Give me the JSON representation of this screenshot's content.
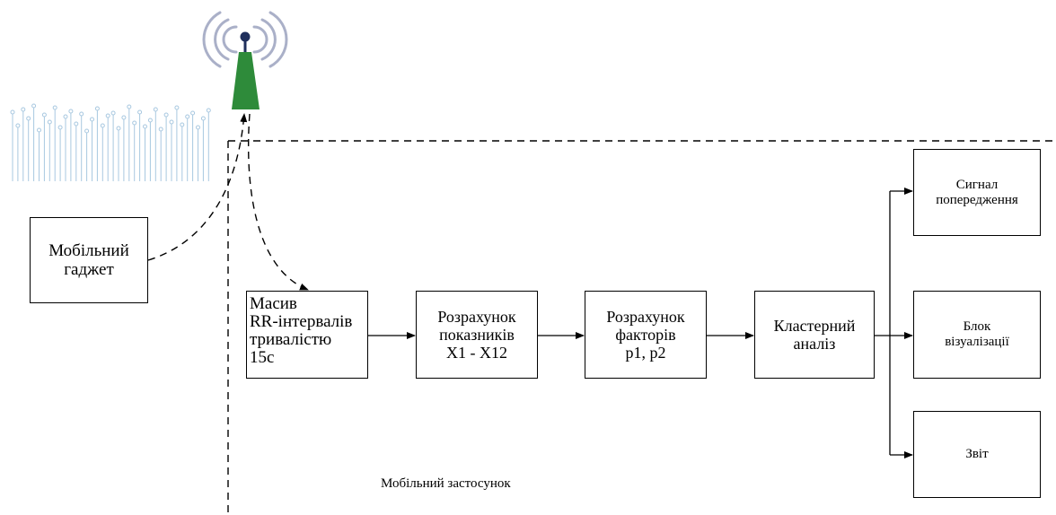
{
  "nodes": {
    "gadget": "Мобільний\nгаджет",
    "rr_array": "Масив\nRR-інтервалів\nтривалістю\n15с",
    "indicators": "Розрахунок\nпоказників\nX1 - X12",
    "factors": "Розрахунок\nфакторів\np1, p2",
    "clustering": "Кластерний\nаналіз",
    "warning": "Сигнал\nпопередження",
    "visualization": "Блок\nвізуалізації",
    "report": "Звіт"
  },
  "region_label": "Мобільний застосунок",
  "icons": [
    "antenna-tower-icon",
    "radio-waves-icon",
    "rr-signal-icon"
  ],
  "colors": {
    "tower": "#2e8b3a",
    "waves": "#aab0c8",
    "antenna_ball": "#1f2f5c",
    "signal": "#a8c8e0",
    "line": "#000000"
  }
}
